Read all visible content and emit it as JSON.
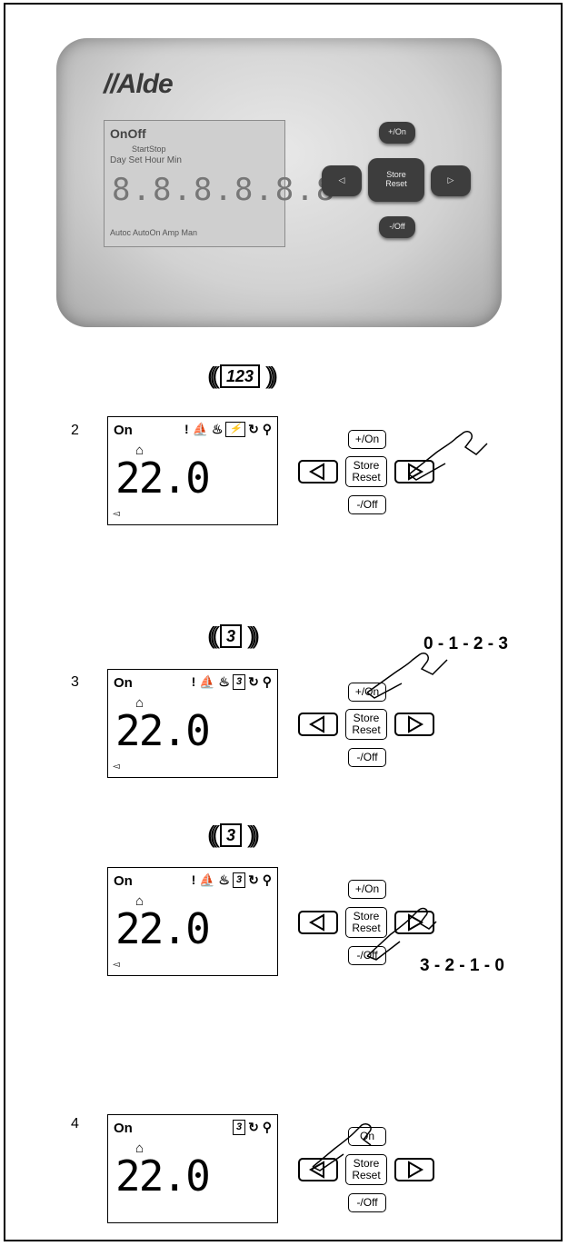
{
  "device": {
    "brand": "//Alde",
    "lcd_row1": "OnOff",
    "lcd_row2": "StartStop",
    "lcd_row3": "Day Set Hour                Min",
    "lcd_digits": "8.8.8.8.8.8",
    "lcd_row4": "Autoc  AutoOn  Amp  Man",
    "btn_plus": "+/On",
    "btn_store": "Store\nReset",
    "btn_minus": "-/Off"
  },
  "steps": {
    "s2": "2",
    "s3": "3",
    "s4": "4"
  },
  "display": {
    "on": "On",
    "temp": "22.0",
    "house": "⌂",
    "speaker": "◅",
    "icons_full": "! ⛵ ♨",
    "cycle": "↻ ⚲"
  },
  "signal": {
    "s1": "123",
    "s2": "3",
    "s3": "3"
  },
  "box": {
    "blank": "",
    "three": "3"
  },
  "keys": {
    "plus": "+/On",
    "store": "Store",
    "reset": "Reset",
    "minus": "-/Off",
    "plus_partial": "On"
  },
  "sequences": {
    "up": "0 - 1 - 2 - 3",
    "down": "3 - 2 - 1 - 0"
  }
}
